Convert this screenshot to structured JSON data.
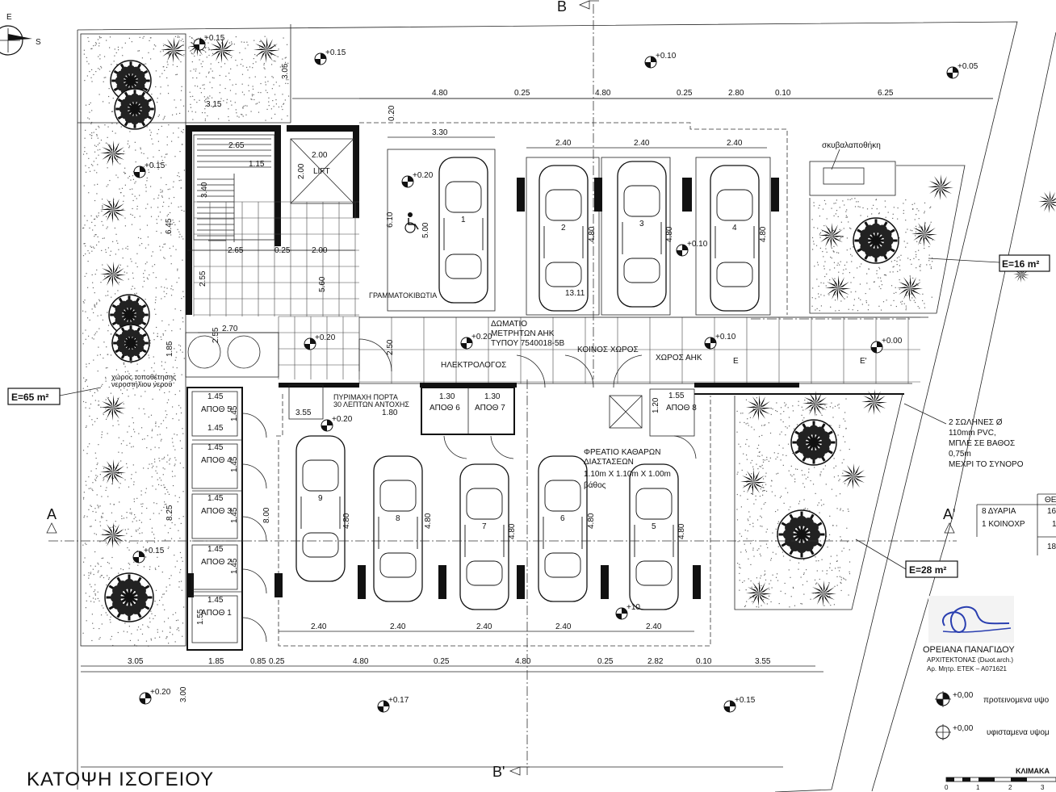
{
  "title": "ΚΑΤΟΨΗ ΙΣΟΓΕΙΟΥ",
  "compass": {
    "e": "E",
    "s": "S"
  },
  "sections": {
    "b_top": "B",
    "b_bottom": "B'",
    "a_left": "A",
    "a_right": "A'"
  },
  "areas": {
    "west": "E=65 m²",
    "north_east": "E=16 m²",
    "south_east": "E=28 m²"
  },
  "elevations": [
    "+0.15",
    "+0.15",
    "+0.10",
    "+0.05",
    "+0.15",
    "+0.20",
    "+0.10",
    "+0.20",
    "+0.20",
    "+0.10",
    "+0.00",
    "+0.20",
    "+0.15",
    "+0.20",
    "+0.17",
    "+0.15",
    "+10"
  ],
  "rooms": {
    "lift": "LIFT",
    "mailboxes": "ΓΡΑΜΜΑΤΟΚΙΒΩΤΙΑ",
    "meter_room": [
      "ΔΩΜΑΤΙΟ",
      "ΜΕΤΡΗΤΩΝ ΑΗΚ",
      "ΤΥΠΟΥ 7540018-5Β"
    ],
    "common_area": "ΚΟΙΝΟΣ ΧΩΡΟΣ",
    "ahk_area": "ΧΩΡΟΣ ΑΗΚ",
    "electrician": "ΗΛΕΚΤΡΟΛΟΓΟΣ",
    "fire_door": [
      "ΠΥΡΙΜΑΧΗ ΠΟΡΤΑ",
      "30 ΛΕΠΤΩΝ ΑΝΤΟΧΗΣ"
    ],
    "bins": "σκυβαλαποθήκη",
    "bins_west": [
      "χώρος τοποθέτησης",
      "νεροστήλιου νερού"
    ],
    "inspection": [
      "ΦΡΕΑΤΙΟ ΚΑΘΑΡΩΝ",
      "ΔΙΑΣΤΑΣΕΩΝ",
      "1.10m Χ 1.10m Χ 1.00m",
      "βάθος"
    ],
    "pipes": [
      "2 ΣΩΛΗΝΕΣ  Ø",
      "110mm PVC,",
      "ΜΠΛΕ ΣΕ ΒΑΘΟΣ",
      "0,75m",
      "ΜΕΧΡΙ ΤΟ ΣΥΝΟΡΟ"
    ],
    "storage": [
      "ΑΠΟΘ 5",
      "ΑΠΟΘ 4",
      "ΑΠΟΘ 3",
      "ΑΠΟΘ 2",
      "ΑΠΟΘ 1",
      "ΑΠΟΘ 6",
      "ΑΠΟΘ 7",
      "ΑΠΟΘ 8"
    ],
    "letters_e": [
      "Ε",
      "Ε'"
    ]
  },
  "cars": [
    "1",
    "2",
    "3",
    "4",
    "9",
    "8",
    "7",
    "6",
    "5"
  ],
  "dims": {
    "top_row": [
      "4.80",
      "0.25",
      "4.80",
      "0.25",
      "2.80",
      "0.10",
      "6.25"
    ],
    "top_bays": [
      "3.30",
      "2.40",
      "2.40",
      "2.40"
    ],
    "bot_bays": [
      "2.40",
      "2.40",
      "2.40",
      "2.40",
      "2.40"
    ],
    "bottom_row": [
      "3.05",
      "1.85",
      "0.85",
      "0.25",
      "4.80",
      "0.25",
      "4.80",
      "0.25",
      "2.82",
      "0.10",
      "3.55"
    ],
    "misc": [
      "3.15",
      "3.05",
      "2.65",
      "1.15",
      "3.40",
      "6.45",
      "2.65",
      "0.25",
      "2.00",
      "2.00",
      "2.00",
      "0.20",
      "6.10",
      "5.00",
      "4.80",
      "4.80",
      "4.80",
      "13.11",
      "2.55",
      "5.60",
      "2.70",
      "1.85",
      "2.50",
      "3.55",
      "1.80",
      "1.30",
      "1.30",
      "1.55",
      "1.45",
      "1.45",
      "1.45",
      "1.45",
      "1.45",
      "1.45",
      "1.55",
      "8.25",
      "8.00",
      "4.80",
      "4.80",
      "4.80",
      "4.80",
      "4.80",
      "3.00",
      "1.20",
      "1.45",
      "1.45",
      "1.45",
      "1.45",
      "2.55"
    ]
  },
  "table": {
    "rows": [
      "8 ΔΥΑΡΙΑ",
      "1 ΚΟΙΝΟΧΡ"
    ],
    "head": "ΘΕΣ",
    "vals": [
      "16",
      "1",
      "18"
    ]
  },
  "signature": {
    "name": "ΟΡΕΙΑΝΑ ΠΑΝΑΓΙΔΟΥ",
    "role": "ΑΡΧΙΤΕΚΤΟΝΑΣ (Dωοt.arch.)",
    "reg": "Αρ. Μητρ. ΕΤΕΚ – Α071621"
  },
  "legend": [
    {
      "value": "+0,00",
      "text": "προτεινομενα υψο"
    },
    {
      "value": "+0,00",
      "text": "υφισταμενα υψομ"
    }
  ],
  "scale": {
    "title": "ΚΛΙΜΑΚΑ",
    "ticks": [
      "0",
      "1",
      "2",
      "3"
    ]
  }
}
